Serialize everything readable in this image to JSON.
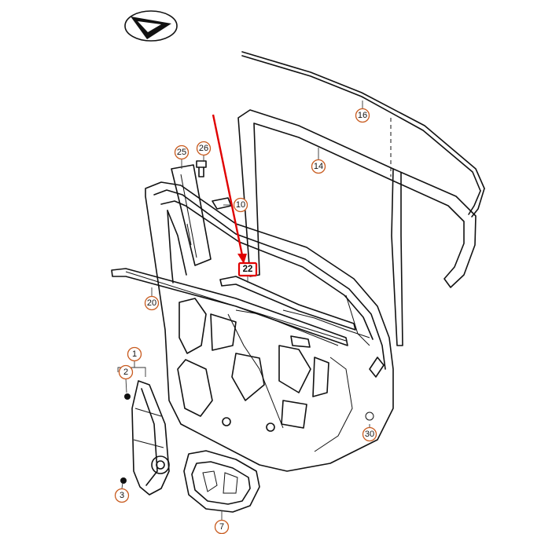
{
  "callouts": {
    "c1": "1",
    "c2": "2",
    "c3": "3",
    "c7": "7",
    "c10": "10",
    "c14": "14",
    "c16": "16",
    "c20": "20",
    "c22": "22",
    "c25": "25",
    "c26": "26",
    "c30": "30"
  },
  "highlight": {
    "part": "22",
    "color": "#e00000"
  },
  "icons": {
    "orientation": "direction-arrow-icon"
  }
}
